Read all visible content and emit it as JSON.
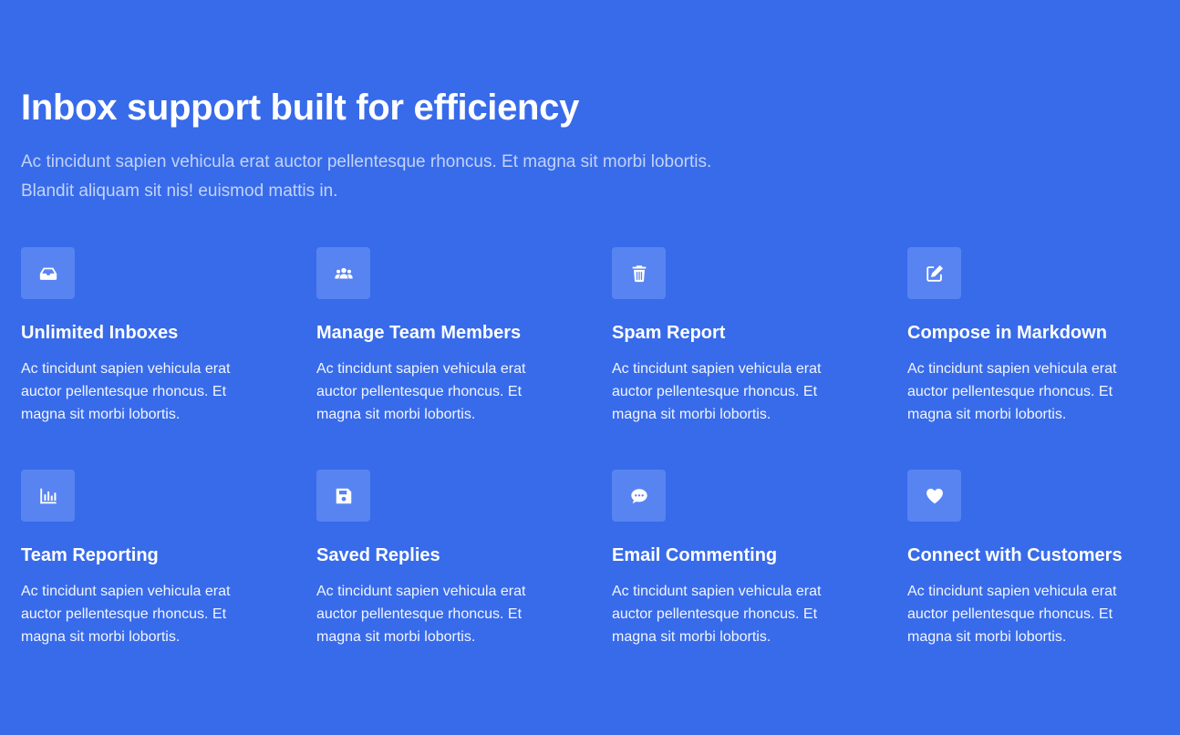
{
  "header": {
    "title": "Inbox support built for efficiency",
    "subtitle_line1": "Ac tincidunt sapien vehicula erat auctor pellentesque rhoncus. Et magna sit morbi lobortis.",
    "subtitle_line2": "Blandit aliquam sit nis! euismod mattis in."
  },
  "colors": {
    "background": "#386bea",
    "icon_tile": "#5784f1",
    "subtitle": "#c2d3fa"
  },
  "features": [
    {
      "icon": "inbox-icon",
      "title": "Unlimited Inboxes",
      "description": "Ac tincidunt sapien vehicula erat auctor pellentesque rhoncus. Et magna sit morbi lobortis."
    },
    {
      "icon": "users-icon",
      "title": "Manage Team Members",
      "description": "Ac tincidunt sapien vehicula erat auctor pellentesque rhoncus. Et magna sit morbi lobortis."
    },
    {
      "icon": "trash-icon",
      "title": "Spam Report",
      "description": "Ac tincidunt sapien vehicula erat auctor pellentesque rhoncus. Et magna sit morbi lobortis."
    },
    {
      "icon": "edit-icon",
      "title": "Compose in Markdown",
      "description": "Ac tincidunt sapien vehicula erat auctor pellentesque rhoncus. Et magna sit morbi lobortis."
    },
    {
      "icon": "chart-bar-icon",
      "title": "Team Reporting",
      "description": "Ac tincidunt sapien vehicula erat auctor pellentesque rhoncus. Et magna sit morbi lobortis."
    },
    {
      "icon": "save-icon",
      "title": "Saved Replies",
      "description": "Ac tincidunt sapien vehicula erat auctor pellentesque rhoncus. Et magna sit morbi lobortis."
    },
    {
      "icon": "comment-icon",
      "title": "Email Commenting",
      "description": "Ac tincidunt sapien vehicula erat auctor pellentesque rhoncus. Et magna sit morbi lobortis."
    },
    {
      "icon": "heart-icon",
      "title": "Connect with Customers",
      "description": "Ac tincidunt sapien vehicula erat auctor pellentesque rhoncus. Et magna sit morbi lobortis."
    }
  ]
}
